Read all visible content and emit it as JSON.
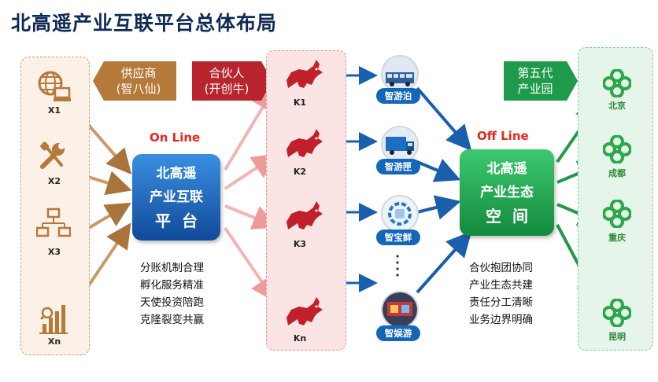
{
  "title": "北高遥产业互联平台总体布局",
  "suppliers": {
    "tag_line1": "供应商",
    "tag_line2": "(智八仙)",
    "items": [
      {
        "label": "X1",
        "icon": "globe-computer-icon"
      },
      {
        "label": "X2",
        "icon": "wrench-screwdriver-icon"
      },
      {
        "label": "X3",
        "icon": "network-computers-icon"
      },
      {
        "label": "Xn",
        "icon": "bar-chart-magnifier-icon"
      }
    ]
  },
  "partners": {
    "tag_line1": "合伙人",
    "tag_line2": "(开创牛)",
    "items": [
      {
        "label": "K1",
        "icon": "bull-icon"
      },
      {
        "label": "K2",
        "icon": "bull-icon"
      },
      {
        "label": "K3",
        "icon": "bull-icon"
      },
      {
        "label": "Kn",
        "icon": "bull-icon"
      }
    ]
  },
  "online": {
    "heading": "On Line",
    "hub_line1": "北高遥",
    "hub_line2": "产业互联",
    "hub_line3": "平台",
    "bullets": [
      "分账机制合理",
      "孵化服务精准",
      "天使投资陪跑",
      "克隆裂变共赢"
    ]
  },
  "products": [
    {
      "label": "智游泊",
      "icon": "parking-bus-icon"
    },
    {
      "label": "智游匣",
      "icon": "truck-icon"
    },
    {
      "label": "智宝鲜",
      "icon": "fresh-box-icon"
    },
    {
      "label": "智娱游",
      "icon": "entertainment-icon"
    }
  ],
  "offline": {
    "heading": "Off Line",
    "hub_line1": "北高遥",
    "hub_line2": "产业生态",
    "hub_line3": "空间",
    "bullets": [
      "合伙抱团协同",
      "产业生态共建",
      "责任分工清晰",
      "业务边界明确"
    ]
  },
  "parks": {
    "tag_line1": "第五代",
    "tag_line2": "产业园",
    "items": [
      {
        "label": "北京",
        "icon": "clover-knot-icon"
      },
      {
        "label": "成都",
        "icon": "clover-knot-icon"
      },
      {
        "label": "重庆",
        "icon": "clover-knot-icon"
      },
      {
        "label": "昆明",
        "icon": "clover-knot-icon"
      }
    ]
  },
  "colors": {
    "supplier": "#b5793a",
    "partner": "#c0303a",
    "blue": "#1a5fae",
    "green": "#1f9a4a",
    "online_text": "#e8261c"
  }
}
